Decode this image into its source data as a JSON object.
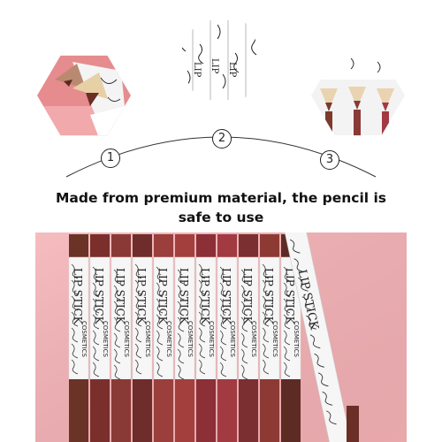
{
  "steps": [
    {
      "number": "1"
    },
    {
      "number": "2"
    },
    {
      "number": "3"
    }
  ],
  "caption": {
    "line1": "Made from premium material, the pencil is",
    "line2": "safe to use"
  },
  "pencil_label": {
    "brand": "LIP STICK",
    "sub": "COSMETICS"
  },
  "colors": {
    "background_pink": "#f4b1b5",
    "pencil_body": "#f6f6f6",
    "pencil_colors": [
      "#6b3226",
      "#7a2f2c",
      "#8a3a36",
      "#6e2c2a",
      "#9a3f3c",
      "#a3403e",
      "#8c2f37",
      "#a23a42",
      "#7b2f30",
      "#8e3a34",
      "#5e2a24",
      "#b5464a"
    ]
  }
}
